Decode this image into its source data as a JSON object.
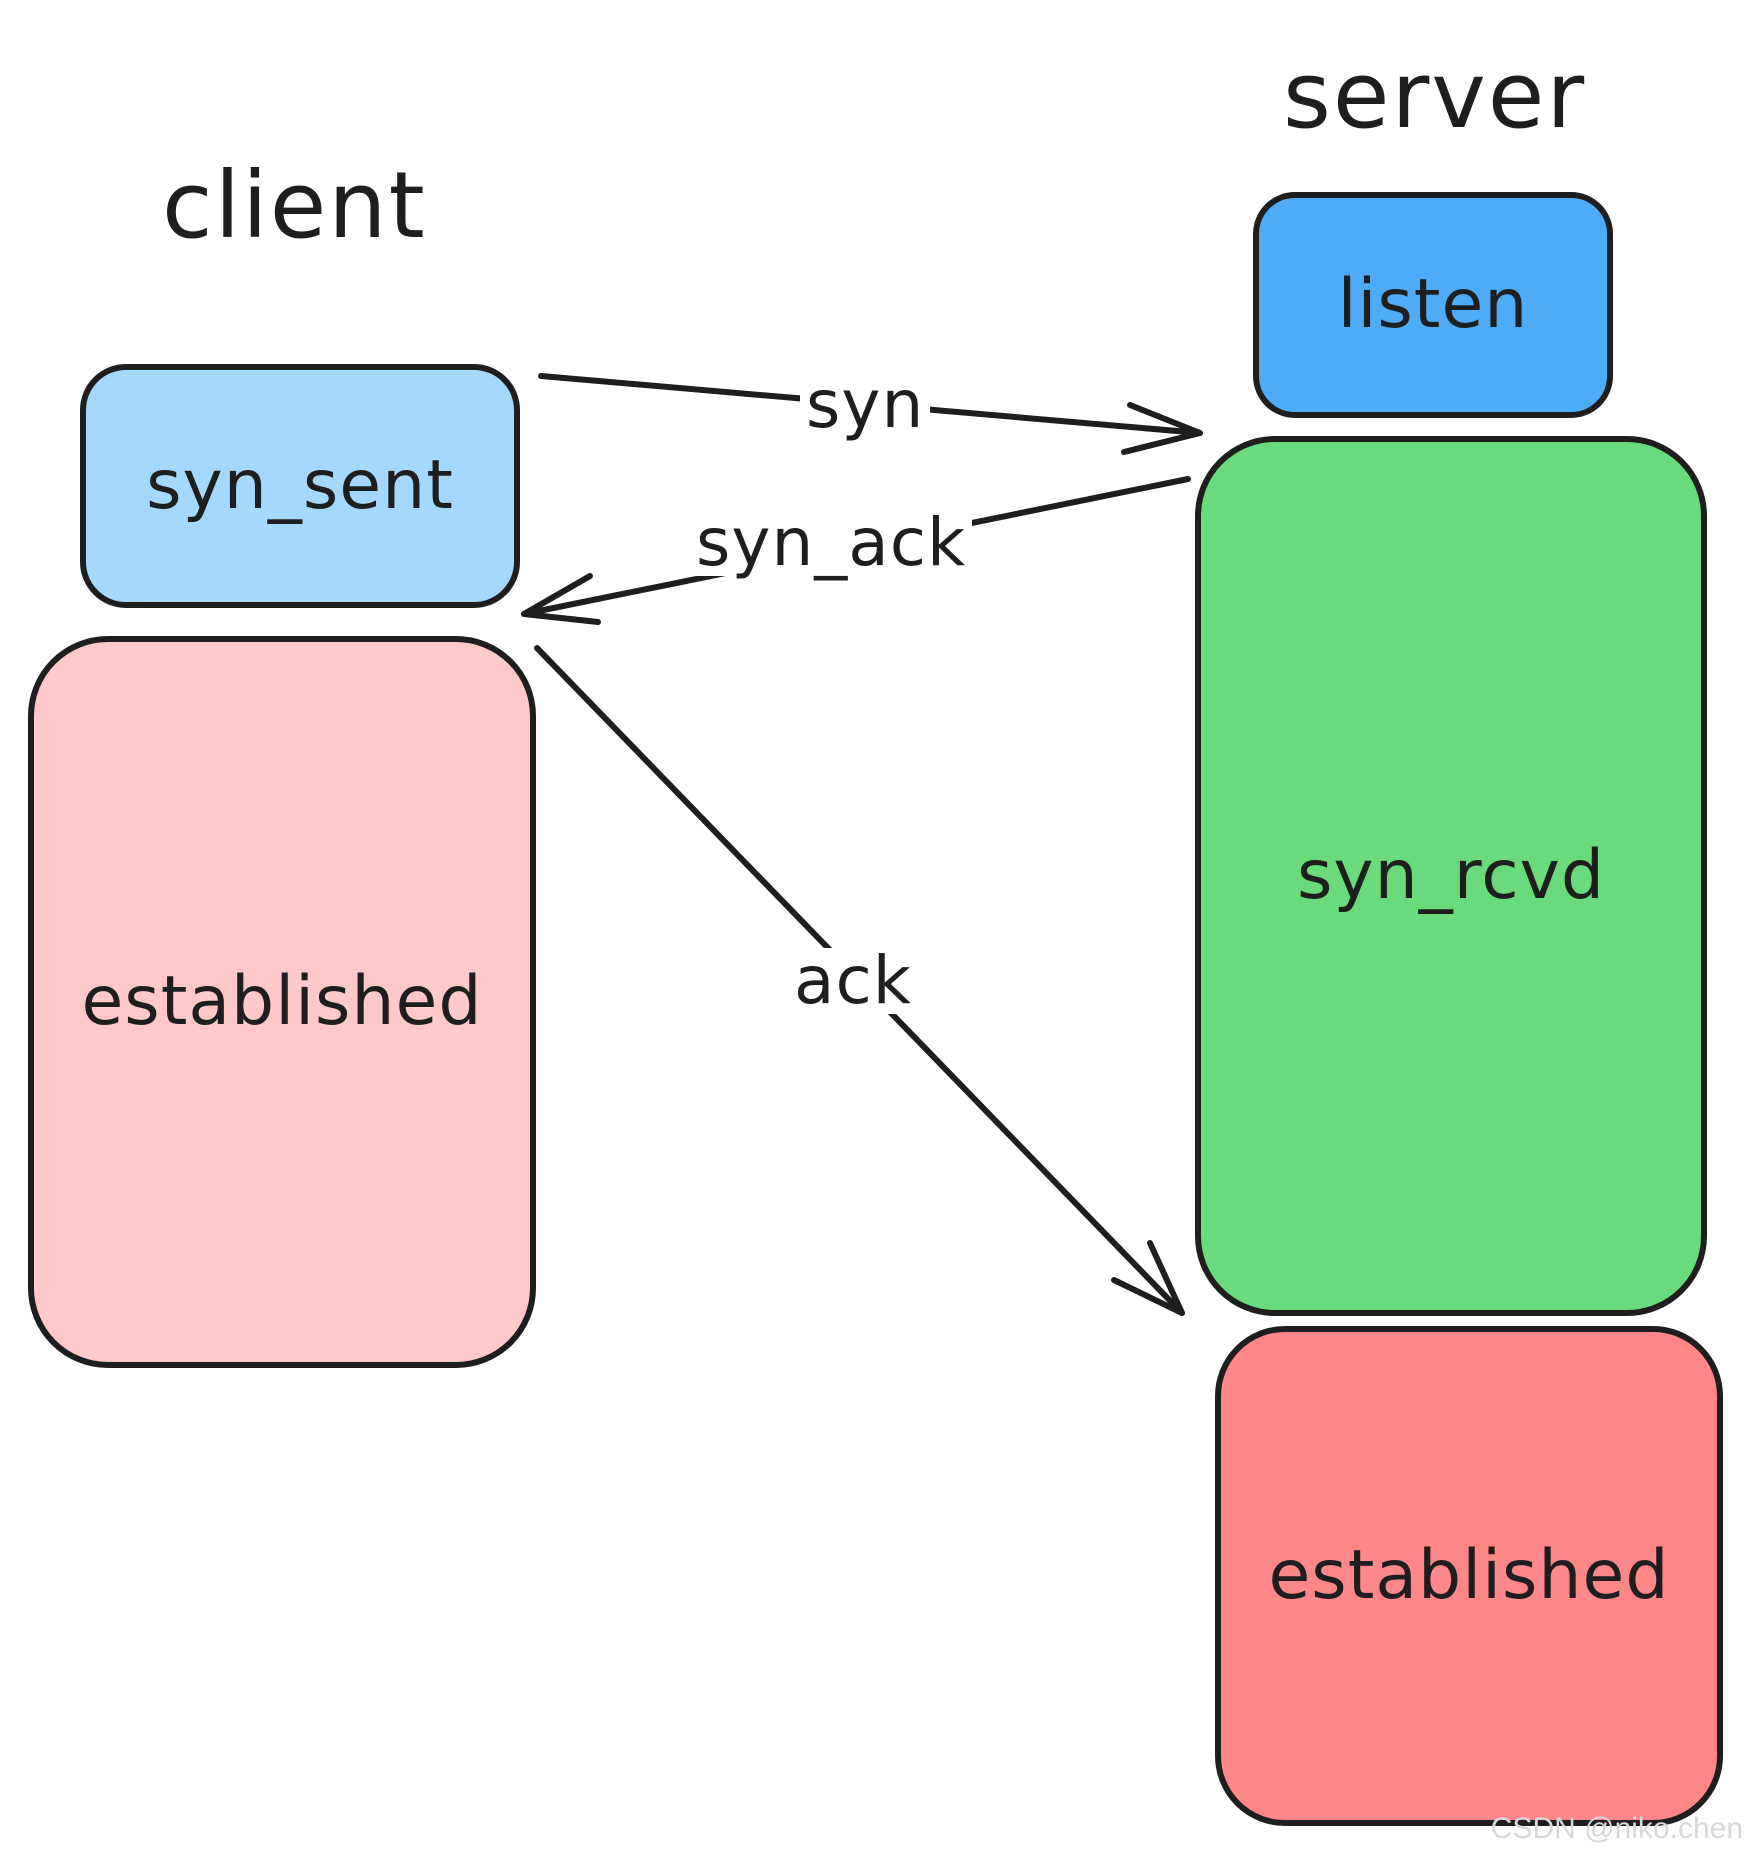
{
  "titles": {
    "client": "client",
    "server": "server"
  },
  "client_states": {
    "syn_sent": "syn_sent",
    "established": "established"
  },
  "server_states": {
    "listen": "listen",
    "syn_rcvd": "syn_rcvd",
    "established": "established"
  },
  "messages": {
    "syn": "syn",
    "syn_ack": "syn_ack",
    "ack": "ack"
  },
  "colors": {
    "syn_sent": "#a5d8ff",
    "client_established": "#ffc9c9",
    "listen": "#4dabf7",
    "syn_rcvd": "#69db7c",
    "server_established": "#ff8787",
    "stroke": "#1e1e1e"
  },
  "watermark": "CSDN @niko.chen"
}
